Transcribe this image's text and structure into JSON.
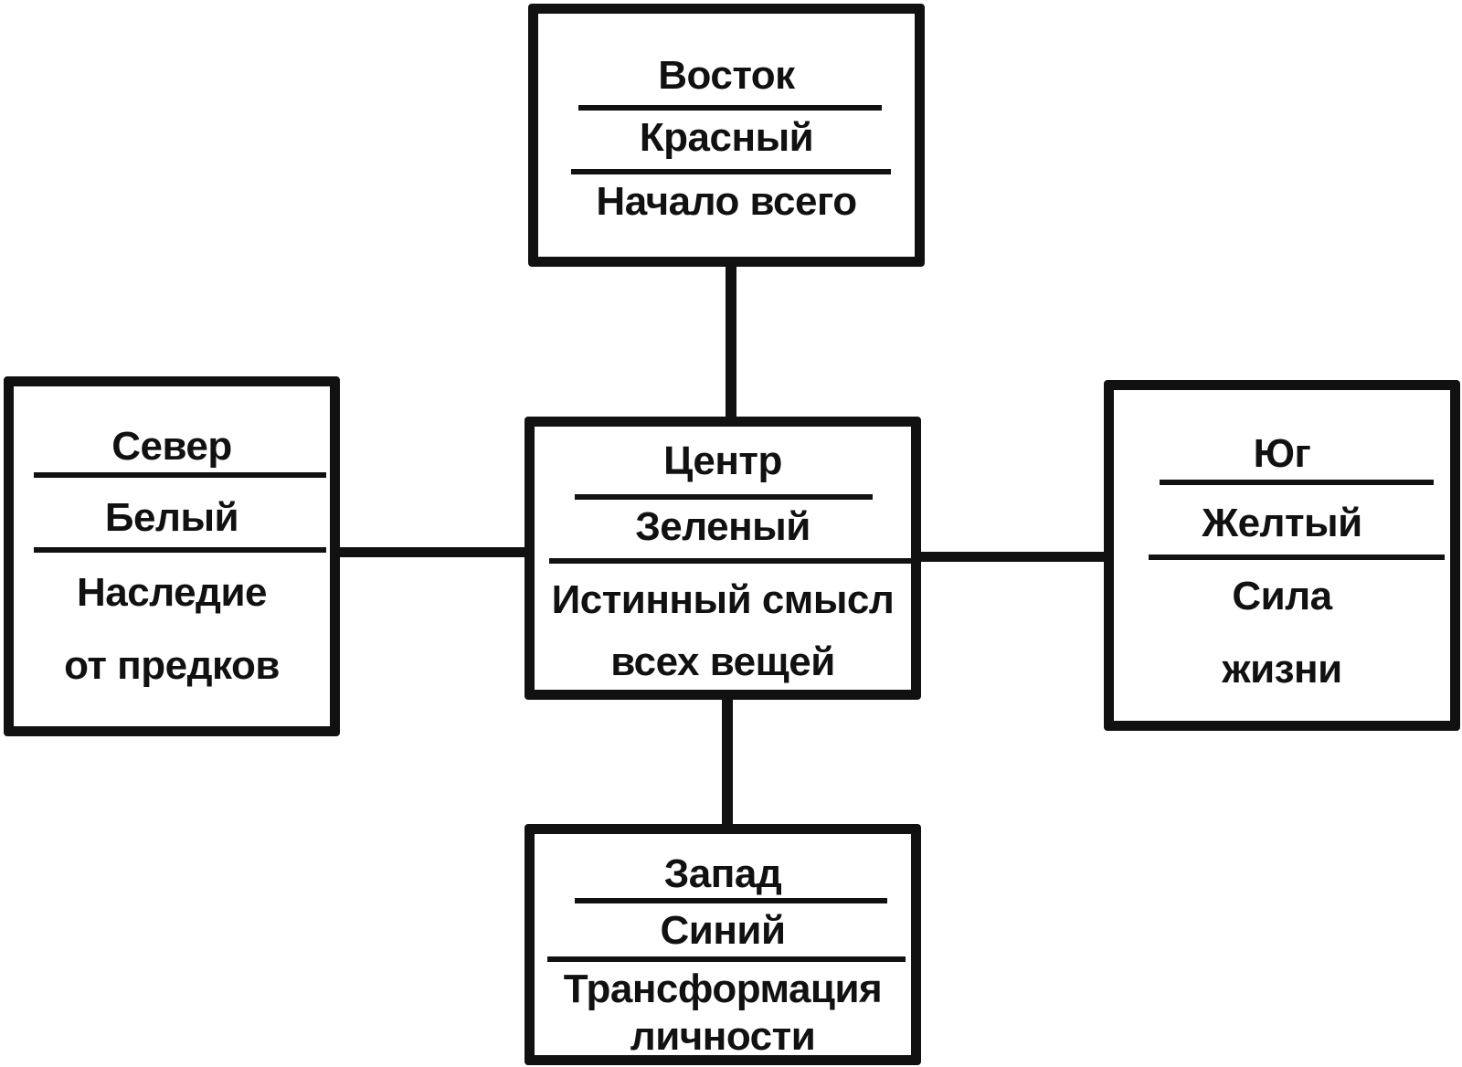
{
  "diagram": {
    "nodes": {
      "east": {
        "direction": "Восток",
        "color": "Красный",
        "meaning": [
          "Начало всего"
        ]
      },
      "north": {
        "direction": "Север",
        "color": "Белый",
        "meaning": [
          "Наследие",
          "от предков"
        ]
      },
      "center": {
        "direction": "Центр",
        "color": "Зеленый",
        "meaning": [
          "Истинный смысл",
          "всех вещей"
        ]
      },
      "south": {
        "direction": "Юг",
        "color": "Желтый",
        "meaning": [
          "Сила",
          "жизни"
        ]
      },
      "west": {
        "direction": "Запад",
        "color": "Синий",
        "meaning": [
          "Трансформация",
          "личности"
        ]
      }
    },
    "edges": [
      [
        "center",
        "east"
      ],
      [
        "center",
        "north"
      ],
      [
        "center",
        "south"
      ],
      [
        "center",
        "west"
      ]
    ],
    "line_color": "#111111",
    "background_color": "#ffffff"
  }
}
